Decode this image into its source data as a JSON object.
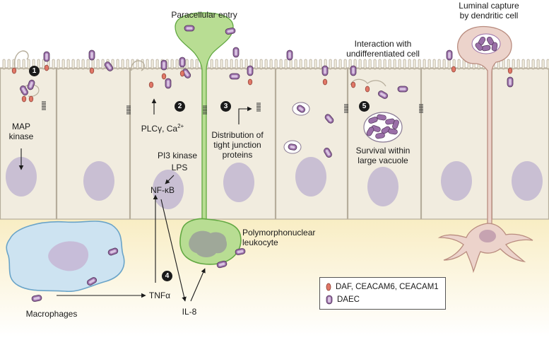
{
  "labels": {
    "paracellular": "Paracellular entry",
    "luminal": "Luminal capture\nby dendritic cell",
    "interaction": "Interaction with\nundifferentiated cell",
    "map_kinase": "MAP\nkinase",
    "plc_prefix": "PLCγ, Ca",
    "plc_sup": "2+",
    "distribution": "Distribution of\ntight junction\nproteins",
    "survival": "Survival within\nlarge vacuole",
    "pi3": "PI3 kinase",
    "lps": "LPS",
    "nfkb": "NF-κB",
    "pmn": "Polymorphonuclear\nleukocyte",
    "macrophages": "Macrophages",
    "tnfa": "TNFα",
    "il8": "IL-8"
  },
  "steps": [
    "1",
    "2",
    "3",
    "4",
    "5"
  ],
  "legend": {
    "receptor": "DAF, CEACAM6, CEACAM1",
    "bacteria": "DAEC"
  },
  "colors": {
    "cell_fill": "#f1ecdf",
    "cell_stroke": "#b6ad9b",
    "nucleus": "#c9bfd3",
    "submucosa": "#fbf3d9",
    "pmn_fill": "#b8dd93",
    "pmn_stroke": "#62a842",
    "macrophage_fill": "#cde3f1",
    "macrophage_stroke": "#6aa4c8",
    "dendritic_fill": "#ecd3cb",
    "dendritic_stroke": "#b98c7f",
    "bacteria": "#9a6fa8",
    "receptor": "#e07767"
  }
}
